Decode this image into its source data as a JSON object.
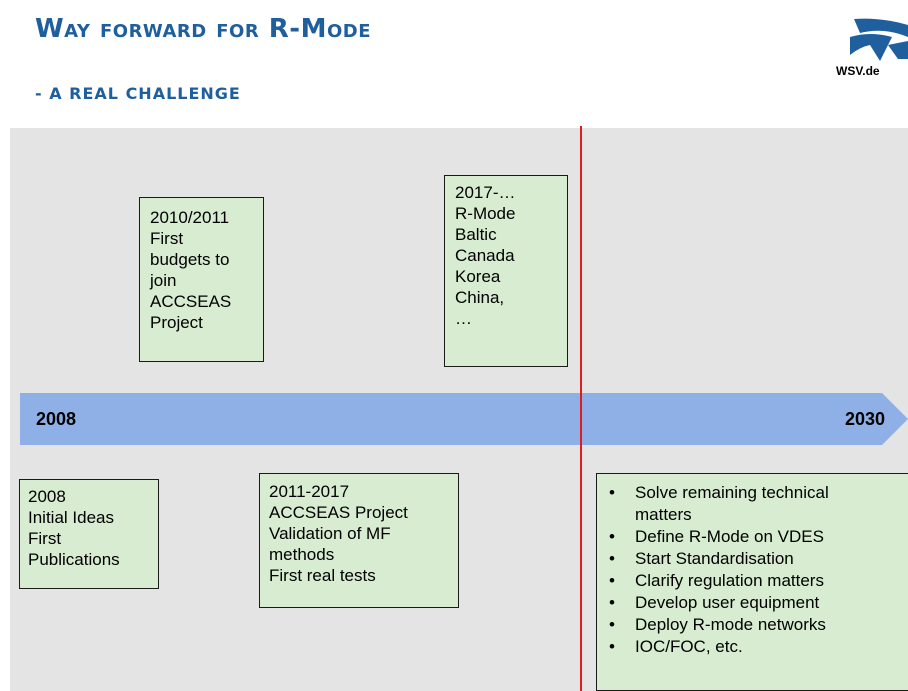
{
  "header": {
    "title": "Way forward for R-Mode",
    "subtitle": "- A REAL CHALLENGE",
    "logo_text": "WSV.de"
  },
  "timeline": {
    "start_label": "2008",
    "end_label": "2030"
  },
  "colors": {
    "title": "#1f5f9e",
    "timeline_arrow": "#8fb0e6",
    "box_fill": "#d7ecd0",
    "divider_line": "#e31b1b",
    "panel_background": "#e4e4e4"
  },
  "boxes": {
    "box_2010": [
      "2010/2011",
      "First",
      "budgets to",
      "join",
      "ACCSEAS",
      "Project"
    ],
    "box_2017": [
      "2017-…",
      "R-Mode",
      "Baltic",
      "Canada",
      "Korea",
      "China,",
      "…"
    ],
    "box_2008": [
      "2008",
      "Initial Ideas",
      "First",
      "Publications"
    ],
    "box_2011": [
      "2011-2017",
      "ACCSEAS Project",
      "Validation of MF",
      "methods",
      "First real tests"
    ],
    "future": [
      "Solve remaining technical",
      "matters",
      "Define R-Mode on VDES",
      "Start Standardisation",
      "Clarify  regulation matters",
      "Develop user equipment",
      "Deploy R-mode networks",
      "IOC/FOC, etc."
    ]
  }
}
